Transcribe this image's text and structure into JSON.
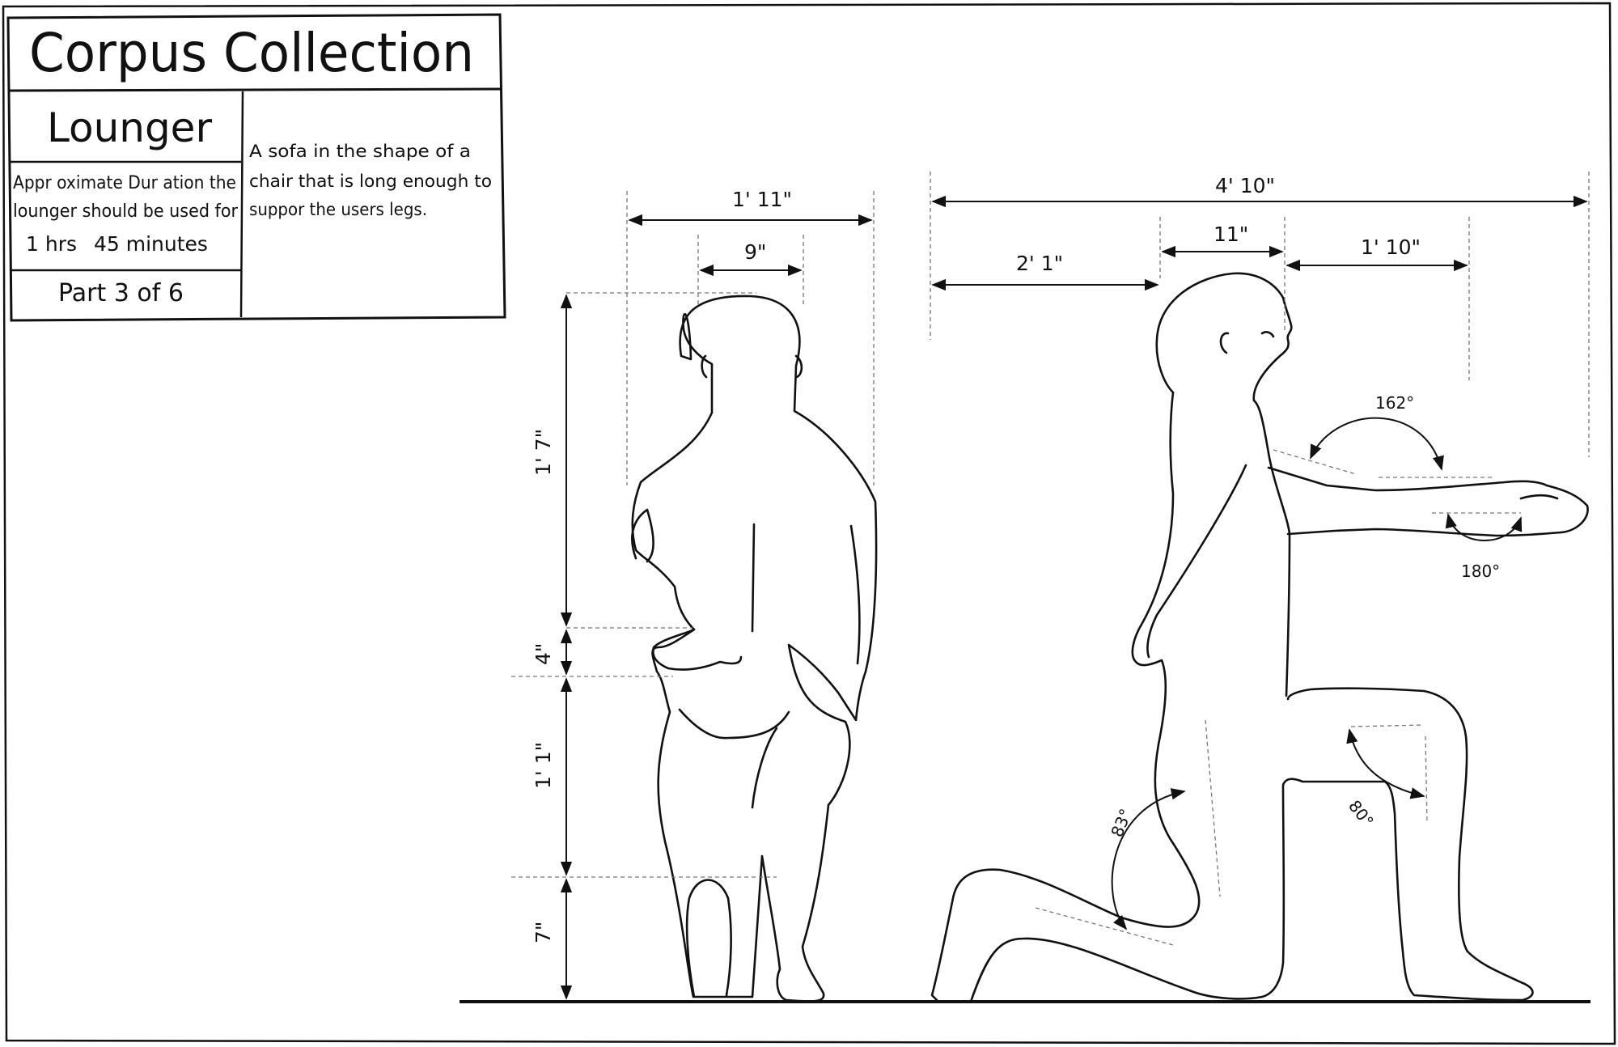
{
  "header": {
    "collection_title": "Corpus Collection",
    "product_name": "Lounger",
    "description_line1": "A sofa in the shape of a",
    "description_line2": "chair that is long enough to",
    "description_line3": "suppor the users legs.",
    "duration_line1": "Appr oximate Dur ation the",
    "duration_line2": "lounger should be used for",
    "duration_hours": "1 hrs",
    "duration_minutes": "45 minutes",
    "part_label": "Part 3 of 6"
  },
  "dimensions": {
    "rear_shoulder_width": "1' 11\"",
    "rear_head_width": "9\"",
    "rear_torso_height": "1' 7\"",
    "rear_waist_height": "4\"",
    "rear_thigh_height": "1' 1\"",
    "rear_shin_height": "7\"",
    "side_total_length": "4' 10\"",
    "side_back_offset": "2' 1\"",
    "side_head_depth": "11\"",
    "side_arm_reach": "1' 10\""
  },
  "angles": {
    "shoulder_angle": "162°",
    "wrist_angle": "180°",
    "hip_angle": "83°",
    "knee_angle": "80°"
  }
}
